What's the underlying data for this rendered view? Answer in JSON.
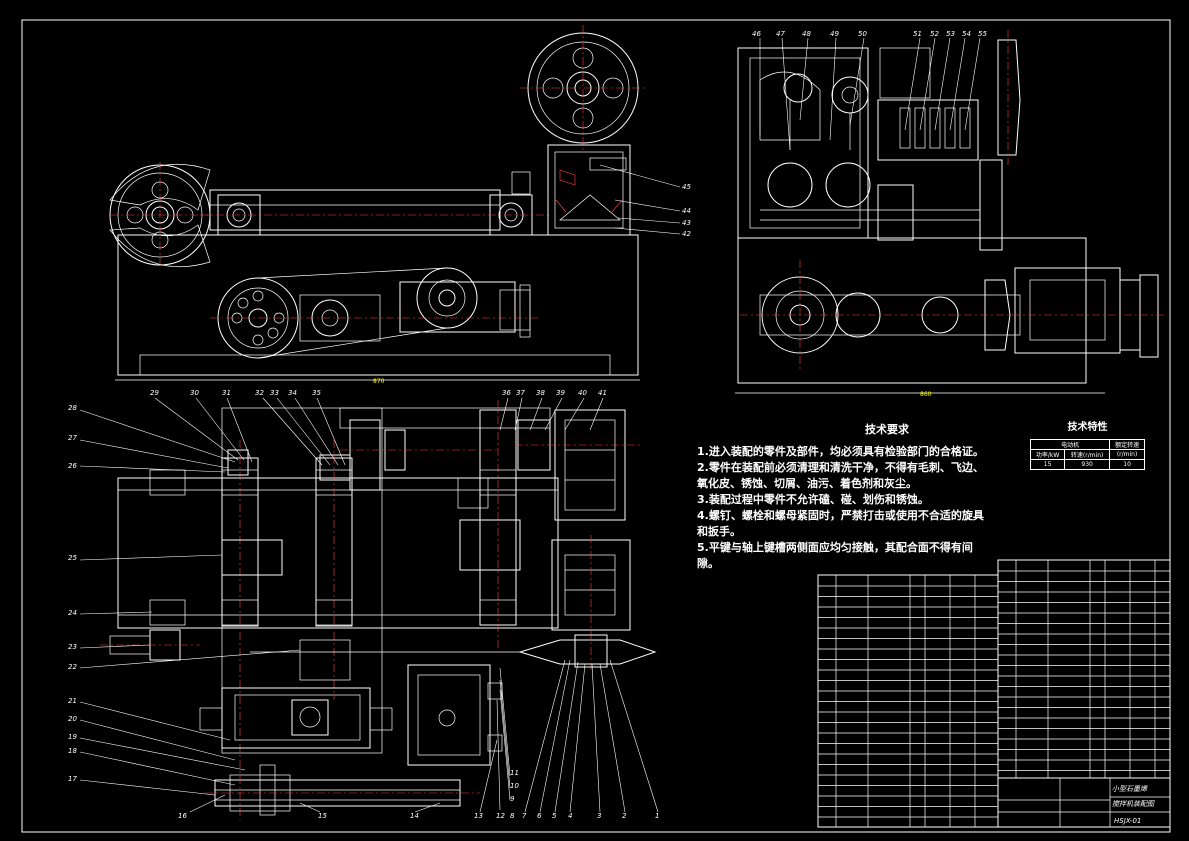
{
  "tech_requirements": {
    "title": "技术要求",
    "lines": [
      "1.进入装配的零件及部件，均必须具有检验部门的合格证。",
      "2.零件在装配前必须清理和清洗干净，不得有毛刺、飞边、",
      "  氧化皮、锈蚀、切屑、油污、着色剂和灰尘。",
      "3.装配过程中零件不允许磕、碰、划伤和锈蚀。",
      "4.螺钉、螺栓和螺母紧固时，严禁打击或使用不合适的旋具",
      "  和扳手。",
      "5.平键与轴上键槽两侧面应均匀接触，其配合面不得有间",
      "隙。"
    ]
  },
  "tech_spec": {
    "title": "技术特性",
    "header": [
      "电动机",
      "额定转速"
    ],
    "subheader": [
      "功率/kW",
      "转速(r/min)",
      "(r/min)"
    ],
    "values": [
      "15",
      "930",
      "10"
    ]
  },
  "title_block": {
    "name_line1": "小型石墨烯",
    "name_line2": "搅拌机装配图",
    "drawing_no": "HSJX-01"
  },
  "callouts_view1": [
    "45",
    "44",
    "43",
    "42"
  ],
  "callouts_view2": [
    "46",
    "47",
    "48",
    "49",
    "50",
    "51",
    "52",
    "53",
    "54",
    "55"
  ],
  "callouts_view3_top": [
    "29",
    "30",
    "31",
    "32",
    "33",
    "34",
    "35",
    "36",
    "37",
    "38",
    "39",
    "40",
    "41"
  ],
  "callouts_view3_left": [
    "28",
    "27",
    "26",
    "25",
    "24",
    "23",
    "22",
    "21",
    "20",
    "19",
    "18",
    "17"
  ],
  "callouts_view3_bottom": [
    "16",
    "15",
    "14",
    "13",
    "12",
    "11",
    "10",
    "9",
    "8",
    "7",
    "6",
    "5",
    "4",
    "3",
    "2",
    "1"
  ],
  "colors": {
    "background": "#000000",
    "lines": "#ffffff",
    "centerlines": "#ff4040",
    "accent_text": "#ffff00"
  }
}
